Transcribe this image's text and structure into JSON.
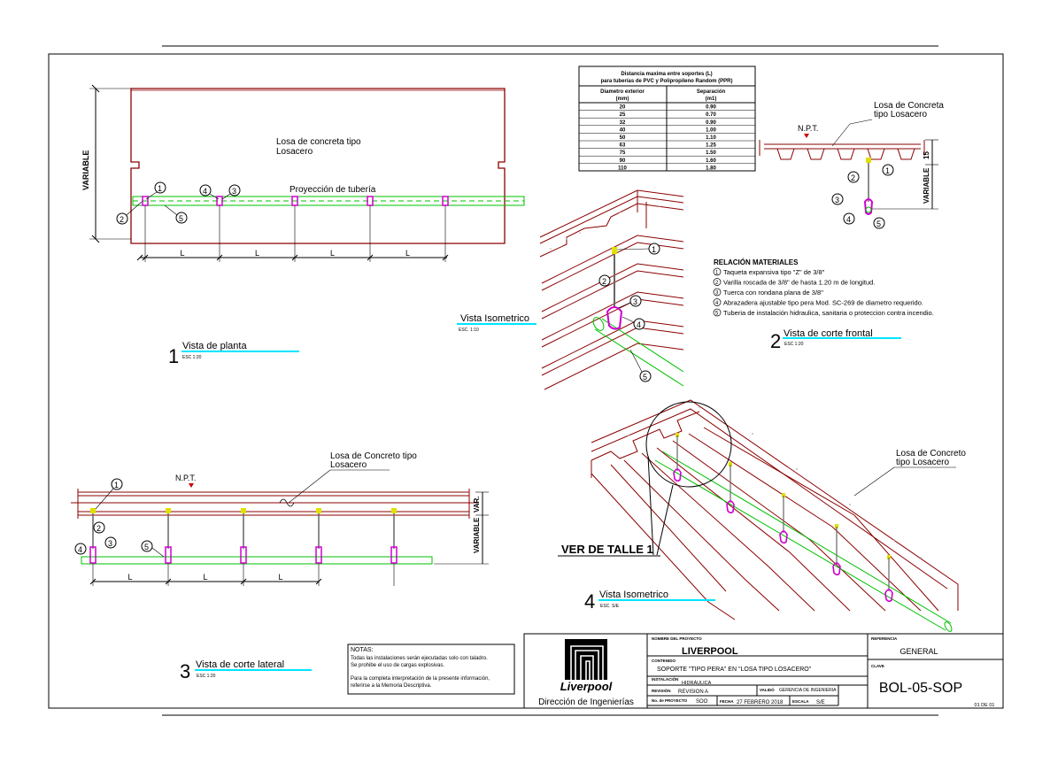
{
  "views": {
    "plan": {
      "num": "1",
      "title": "Vista de planta",
      "scale": "ESC 1:20",
      "slab_label_1": "Losa de concreta tipo",
      "slab_label_2": "Losacero",
      "pipe_label": "Proyección de tubería",
      "dim_vertical": "VARIABLE",
      "span_label": "L"
    },
    "iso_detail": {
      "title": "Vista Isometrico",
      "scale": "ESC. 1:10"
    },
    "front": {
      "num": "2",
      "title": "Vista de corte frontal",
      "scale": "ESC 1:20",
      "slab_label_1": "Losa de Concreta",
      "slab_label_2": "tipo Losacero",
      "npt": "N.P.T.",
      "dim_top": "15",
      "dim_var": "VARIABLE"
    },
    "side": {
      "num": "3",
      "title": "Vista de corte lateral",
      "scale": "ESC 1:20",
      "slab_label_1": "Losa de Concreto tipo",
      "slab_label_2": "Losacero",
      "npt": "N.P.T.",
      "dim_top": "VAR.",
      "dim_var": "VARIABLE",
      "span_label": "L"
    },
    "iso_main": {
      "num": "4",
      "title": "Vista Isometrico",
      "scale": "ESC. S/E",
      "slab_label_1": "Losa de Concreto",
      "slab_label_2": "tipo Losacero",
      "detail_callout": "VER DE TALLE 1"
    }
  },
  "spacing_table": {
    "title_1": "Distancia maxima entre soportes (L)",
    "title_2": "para tuberías de PVC y Polipropileno Random (PPR)",
    "col1_1": "Diametro exterior",
    "col1_2": "(mm)",
    "col2_1": "Separación",
    "col2_2": "(m1)",
    "rows": [
      [
        "20",
        "0.90"
      ],
      [
        "25",
        "0.70"
      ],
      [
        "32",
        "0.90"
      ],
      [
        "40",
        "1.00"
      ],
      [
        "50",
        "1.10"
      ],
      [
        "63",
        "1.25"
      ],
      [
        "75",
        "1.50"
      ],
      [
        "90",
        "1.60"
      ],
      [
        "110",
        "1.80"
      ]
    ]
  },
  "materials": {
    "title": "RELACIÓN MATERIALES",
    "items": [
      {
        "n": "1",
        "text": "Taqueta expansiva tipo \"Z\" de 3/8\""
      },
      {
        "n": "2",
        "text": "Varilla roscada de 3/8\" de hasta 1.20 m de longitud."
      },
      {
        "n": "3",
        "text": "Tuerca con rondana plana de 3/8\""
      },
      {
        "n": "4",
        "text": "Abrazadera ajustable tipo pera Mod. SC-269 de diametro requerido."
      },
      {
        "n": "5",
        "text": "Tuberia de instalación hidraulica, sanitaria o proteccion contra incendio."
      }
    ]
  },
  "notes": {
    "title": "NOTAS:",
    "line1": "Todas las instalaciones serán ejecutadas solo con taladro.",
    "line2": "Se prohibe el uso de cargas explosivas.",
    "line3": "Para la completa interpretación de la presente información,",
    "line4": "referirse a la Memoria Descriptiva."
  },
  "title_block": {
    "logo_text": "Liverpool",
    "department": "Dirección de Ingenierías",
    "project_label": "NOMBRE DEL PROYECTO",
    "project": "LIVERPOOL",
    "content_label": "CONTENIDO",
    "content": "SOPORTE \"TIPO PERA\" EN \"LOSA TIPO LOSACERO\"",
    "install_label": "INSTALACIÓN",
    "install": "HIDRÁULICA",
    "revision_label": "REVISIÓN",
    "revision": "REVISION A",
    "approval_label": "VALIDÓ",
    "approval": "GERENCIA DE INGENIERIA",
    "project_no_label": "No. de PROYECTO",
    "project_no": "SOO",
    "date_label": "FECHA",
    "date": "27 FEBRERO 2018",
    "scale_label": "ESCALA",
    "scale": "S/E",
    "reference_label": "REFERENCIA",
    "reference": "GENERAL",
    "key_label": "CLAVE",
    "key": "BOL-05-SOP",
    "sheet": "01  DE  01"
  },
  "colors": {
    "structure": "#8b0000",
    "pipe": "#00c000",
    "hanger": "#d000d0",
    "rod_tip": "#e0e000",
    "underline": "#00e5ff"
  }
}
